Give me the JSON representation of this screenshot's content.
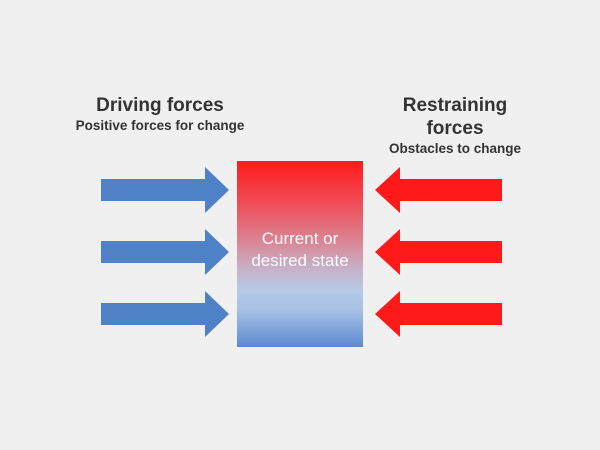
{
  "driving": {
    "title": "Driving forces",
    "subtitle": "Positive forces for change"
  },
  "restraining": {
    "title": "Restraining forces",
    "subtitle": "Obstacles to change"
  },
  "state": {
    "label": "Current or desired state"
  },
  "arrows": {
    "driving_count": 3,
    "restraining_count": 3,
    "driving_color": "#4f81c7",
    "restraining_color": "#ff1a1a"
  },
  "colors": {
    "background": "#f0f0f0",
    "text": "#333333",
    "box_top": "#ff1a1a",
    "box_bottom": "#5b8ad0"
  }
}
